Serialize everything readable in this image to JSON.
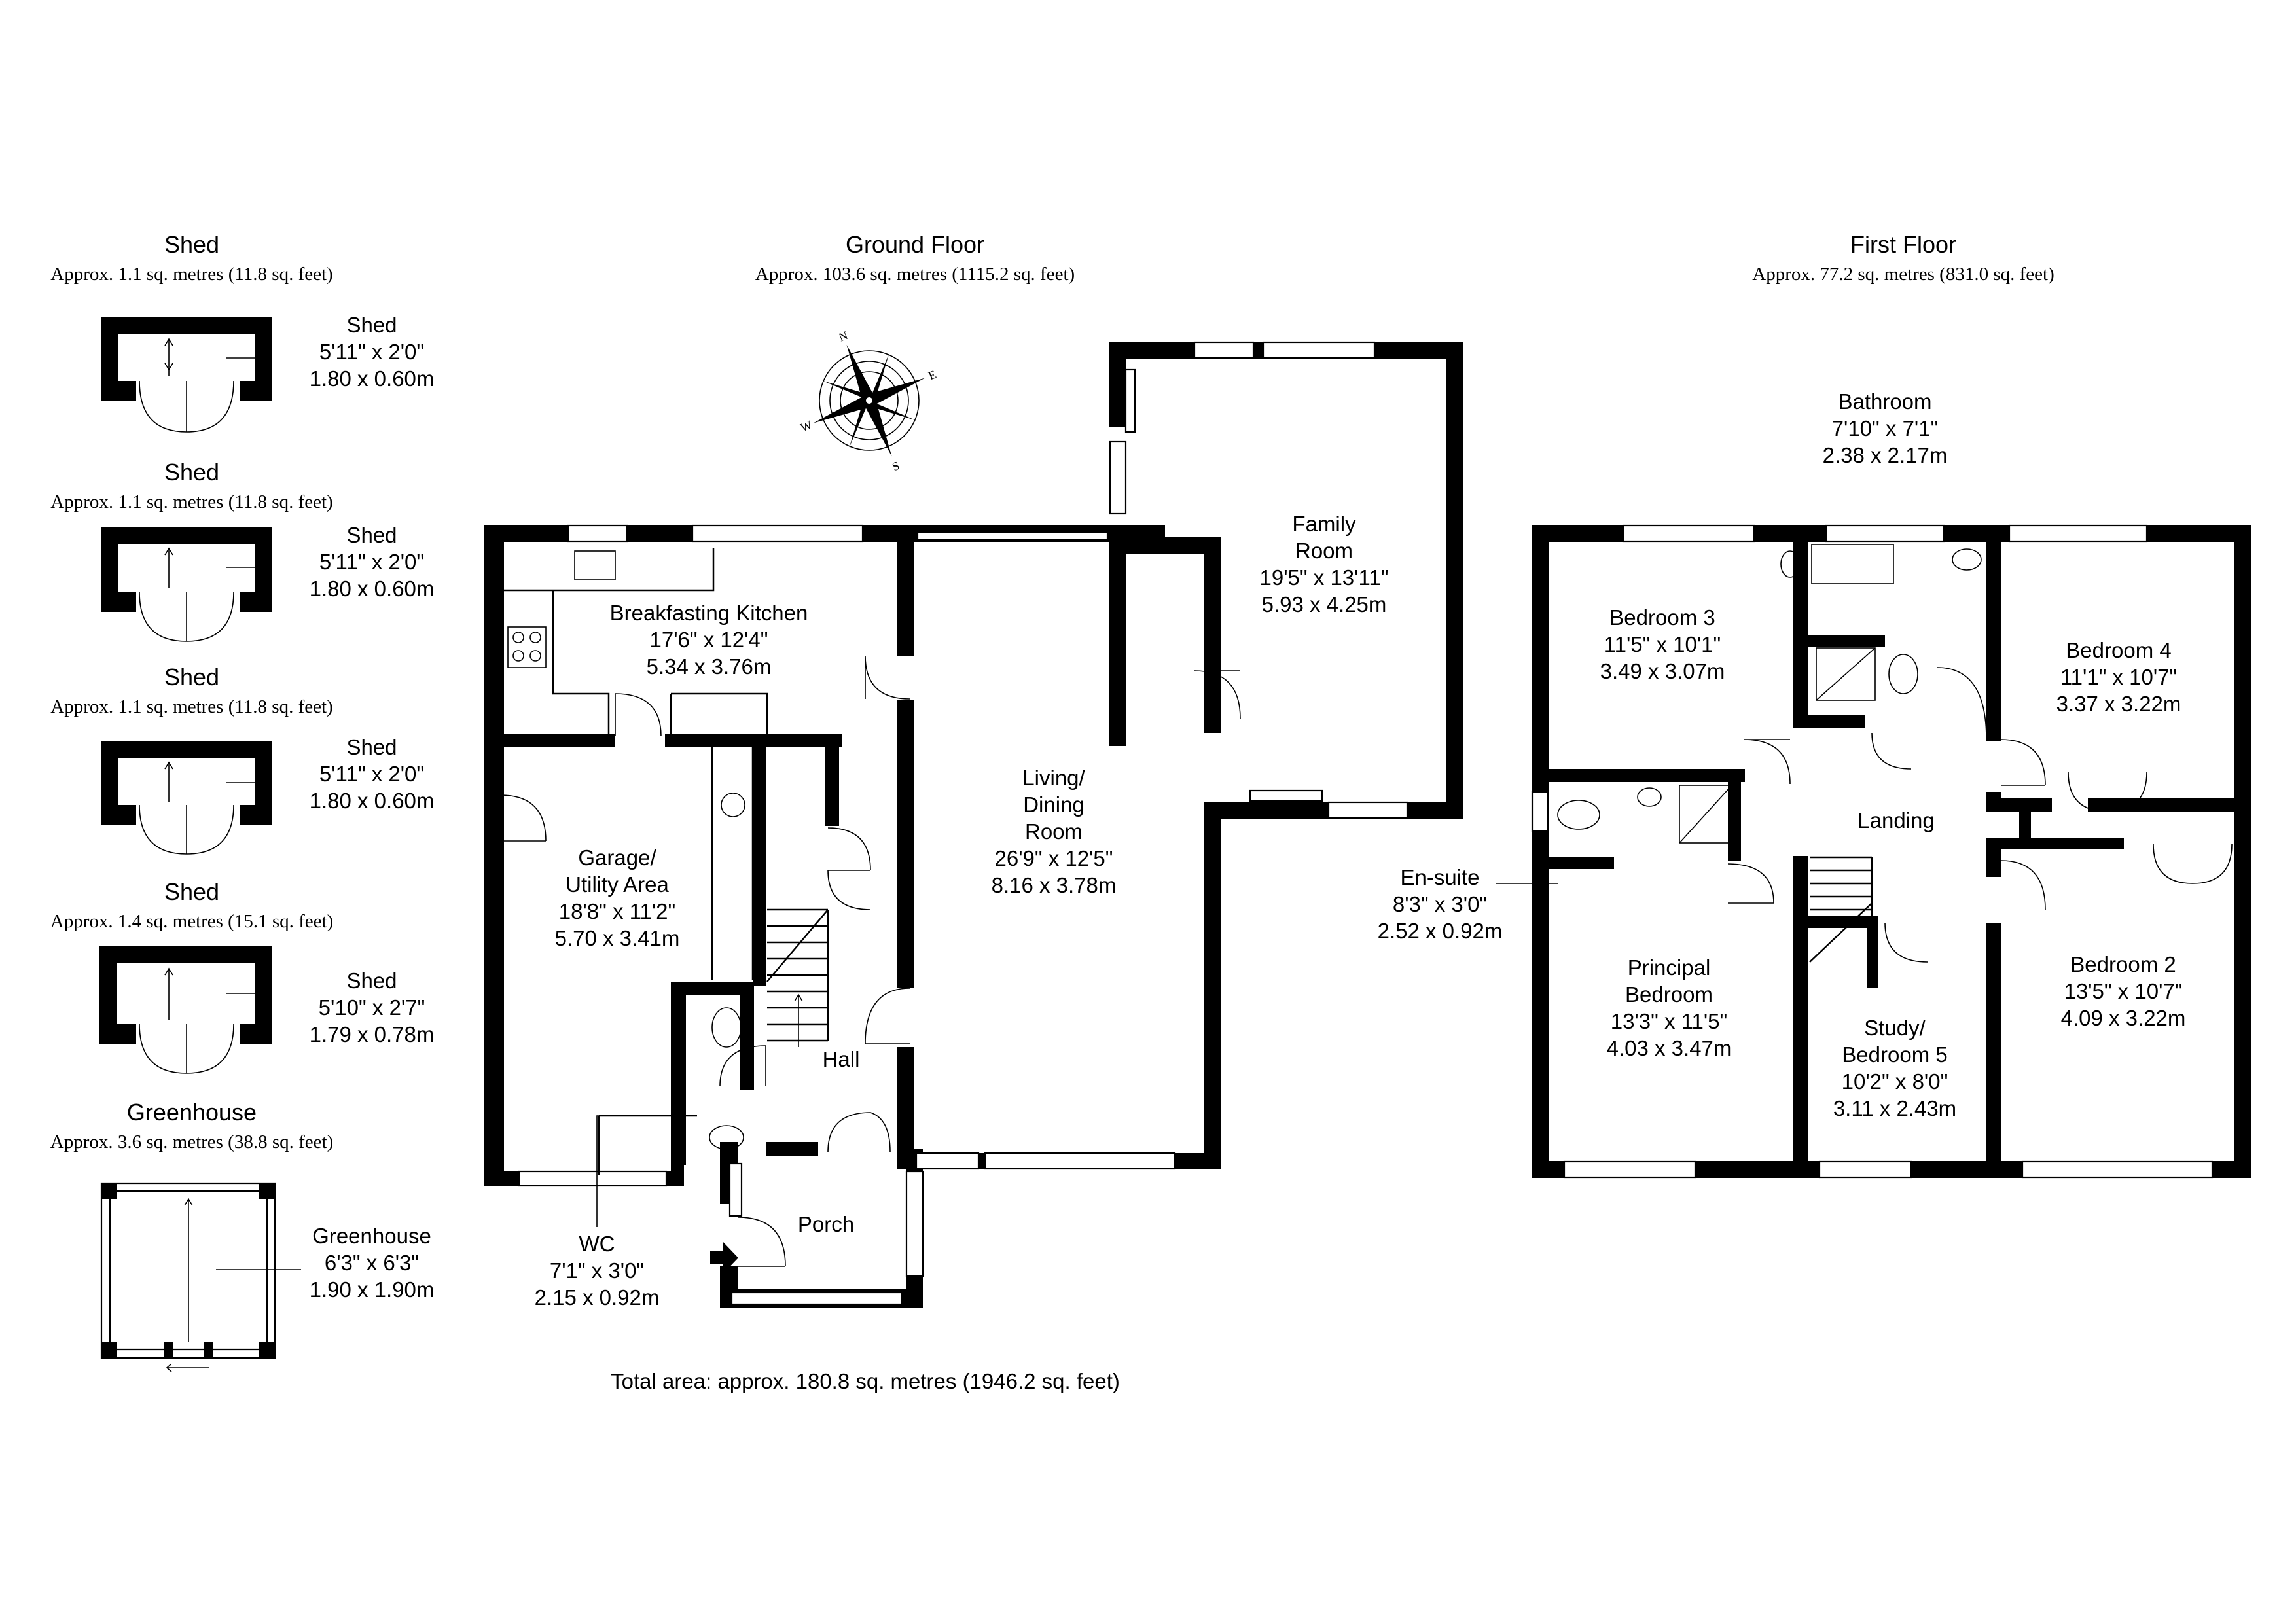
{
  "floors": {
    "ground": {
      "title": "Ground Floor",
      "area": "Approx. 103.6 sq. metres (1115.2 sq. feet)"
    },
    "first": {
      "title": "First Floor",
      "area": "Approx. 77.2 sq. metres (831.0 sq. feet)"
    }
  },
  "outbuildings": [
    {
      "title": "Shed",
      "area": "Approx. 1.1 sq. metres (11.8 sq. feet)",
      "room": "Shed",
      "imperial": "5'11\" x 2'0\"",
      "metric": "1.80 x 0.60m"
    },
    {
      "title": "Shed",
      "area": "Approx. 1.1 sq. metres (11.8 sq. feet)",
      "room": "Shed",
      "imperial": "5'11\" x 2'0\"",
      "metric": "1.80 x 0.60m"
    },
    {
      "title": "Shed",
      "area": "Approx. 1.1 sq. metres (11.8 sq. feet)",
      "room": "Shed",
      "imperial": "5'11\" x 2'0\"",
      "metric": "1.80 x 0.60m"
    },
    {
      "title": "Shed",
      "area": "Approx. 1.4 sq. metres (15.1 sq. feet)",
      "room": "Shed",
      "imperial": "5'10\" x 2'7\"",
      "metric": "1.79 x 0.78m"
    },
    {
      "title": "Greenhouse",
      "area": "Approx. 3.6 sq. metres (38.8 sq. feet)",
      "room": "Greenhouse",
      "imperial": "6'3\" x 6'3\"",
      "metric": "1.90 x 1.90m"
    }
  ],
  "rooms": {
    "kitchen": {
      "name": "Breakfasting Kitchen",
      "imperial": "17'6\" x 12'4\"",
      "metric": "5.34 x 3.76m"
    },
    "garage": {
      "name1": "Garage/",
      "name2": "Utility Area",
      "imperial": "18'8\" x 11'2\"",
      "metric": "5.70 x 3.41m"
    },
    "living": {
      "name1": "Living/",
      "name2": "Dining",
      "name3": "Room",
      "imperial": "26'9\" x 12'5\"",
      "metric": "8.16 x 3.78m"
    },
    "family": {
      "name1": "Family",
      "name2": "Room",
      "imperial": "19'5\" x 13'11\"",
      "metric": "5.93 x 4.25m"
    },
    "hall": {
      "name": "Hall"
    },
    "porch": {
      "name": "Porch"
    },
    "wc": {
      "name": "WC",
      "imperial": "7'1\" x 3'0\"",
      "metric": "2.15 x 0.92m"
    },
    "bathroom": {
      "name": "Bathroom",
      "imperial": "7'10\" x 7'1\"",
      "metric": "2.38 x 2.17m"
    },
    "bedroom3": {
      "name": "Bedroom 3",
      "imperial": "11'5\" x 10'1\"",
      "metric": "3.49 x 3.07m"
    },
    "bedroom4": {
      "name": "Bedroom 4",
      "imperial": "11'1\" x 10'7\"",
      "metric": "3.37 x 3.22m"
    },
    "landing": {
      "name": "Landing"
    },
    "ensuite": {
      "name": "En-suite",
      "imperial": "8'3\" x 3'0\"",
      "metric": "2.52 x 0.92m"
    },
    "principal": {
      "name1": "Principal",
      "name2": "Bedroom",
      "imperial": "13'3\" x 11'5\"",
      "metric": "4.03 x 3.47m"
    },
    "study": {
      "name1": "Study/",
      "name2": "Bedroom 5",
      "imperial": "10'2\" x 8'0\"",
      "metric": "3.11 x 2.43m"
    },
    "bedroom2": {
      "name": "Bedroom 2",
      "imperial": "13'5\" x 10'7\"",
      "metric": "4.09 x 3.22m"
    }
  },
  "total_area": "Total area: approx. 180.8 sq. metres (1946.2 sq. feet)",
  "compass_letters": {
    "n": "N",
    "e": "E",
    "s": "S",
    "w": "W"
  }
}
